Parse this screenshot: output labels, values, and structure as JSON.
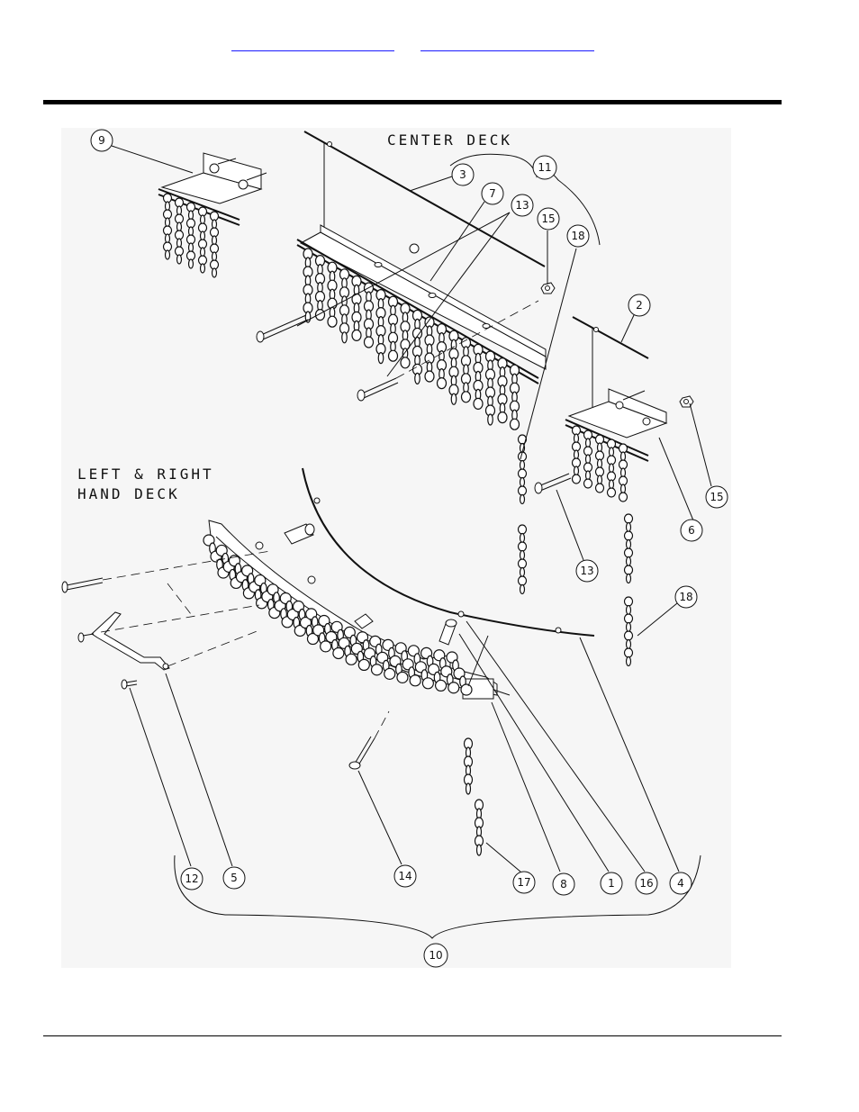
{
  "top_links": [
    {
      "text": ""
    },
    {
      "text": ""
    }
  ],
  "labels": {
    "center_deck": "CENTER DECK",
    "left_right_line1": "LEFT & RIGHT",
    "left_right_line2": "HAND DECK"
  },
  "callouts": {
    "c1": "1",
    "c2": "2",
    "c3": "3",
    "c4": "4",
    "c5": "5",
    "c6": "6",
    "c7": "7",
    "c8": "8",
    "c9": "9",
    "c10": "10",
    "c11": "11",
    "c12": "12",
    "c13a": "13",
    "c13b": "13",
    "c14": "14",
    "c15a": "15",
    "c15b": "15",
    "c16": "16",
    "c17": "17",
    "c18a": "18",
    "c18b": "18"
  }
}
